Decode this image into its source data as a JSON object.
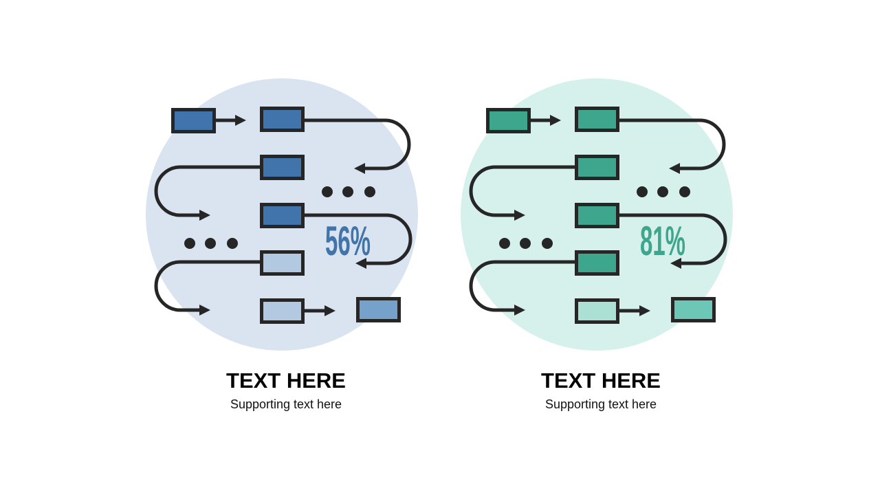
{
  "panels": [
    {
      "percent": "56%",
      "title": "TEXT HERE",
      "subtitle": "Supporting text here",
      "colors": {
        "circle": "#D9E4F0",
        "dark": "#4174AB",
        "light": "#B3C9E1",
        "end": "#76A1CB",
        "text": "#4174AB"
      },
      "box_states": [
        "dark",
        "dark",
        "dark",
        "dark",
        "light",
        "light",
        "end"
      ]
    },
    {
      "percent": "81%",
      "title": "TEXT HERE",
      "subtitle": "Supporting text here",
      "colors": {
        "circle": "#D6F0EB",
        "dark": "#3FA68E",
        "light": "#ADE0D5",
        "end": "#6DC7B6",
        "text": "#3FA68E"
      },
      "box_states": [
        "dark",
        "dark",
        "dark",
        "dark",
        "dark",
        "light",
        "end"
      ]
    }
  ]
}
